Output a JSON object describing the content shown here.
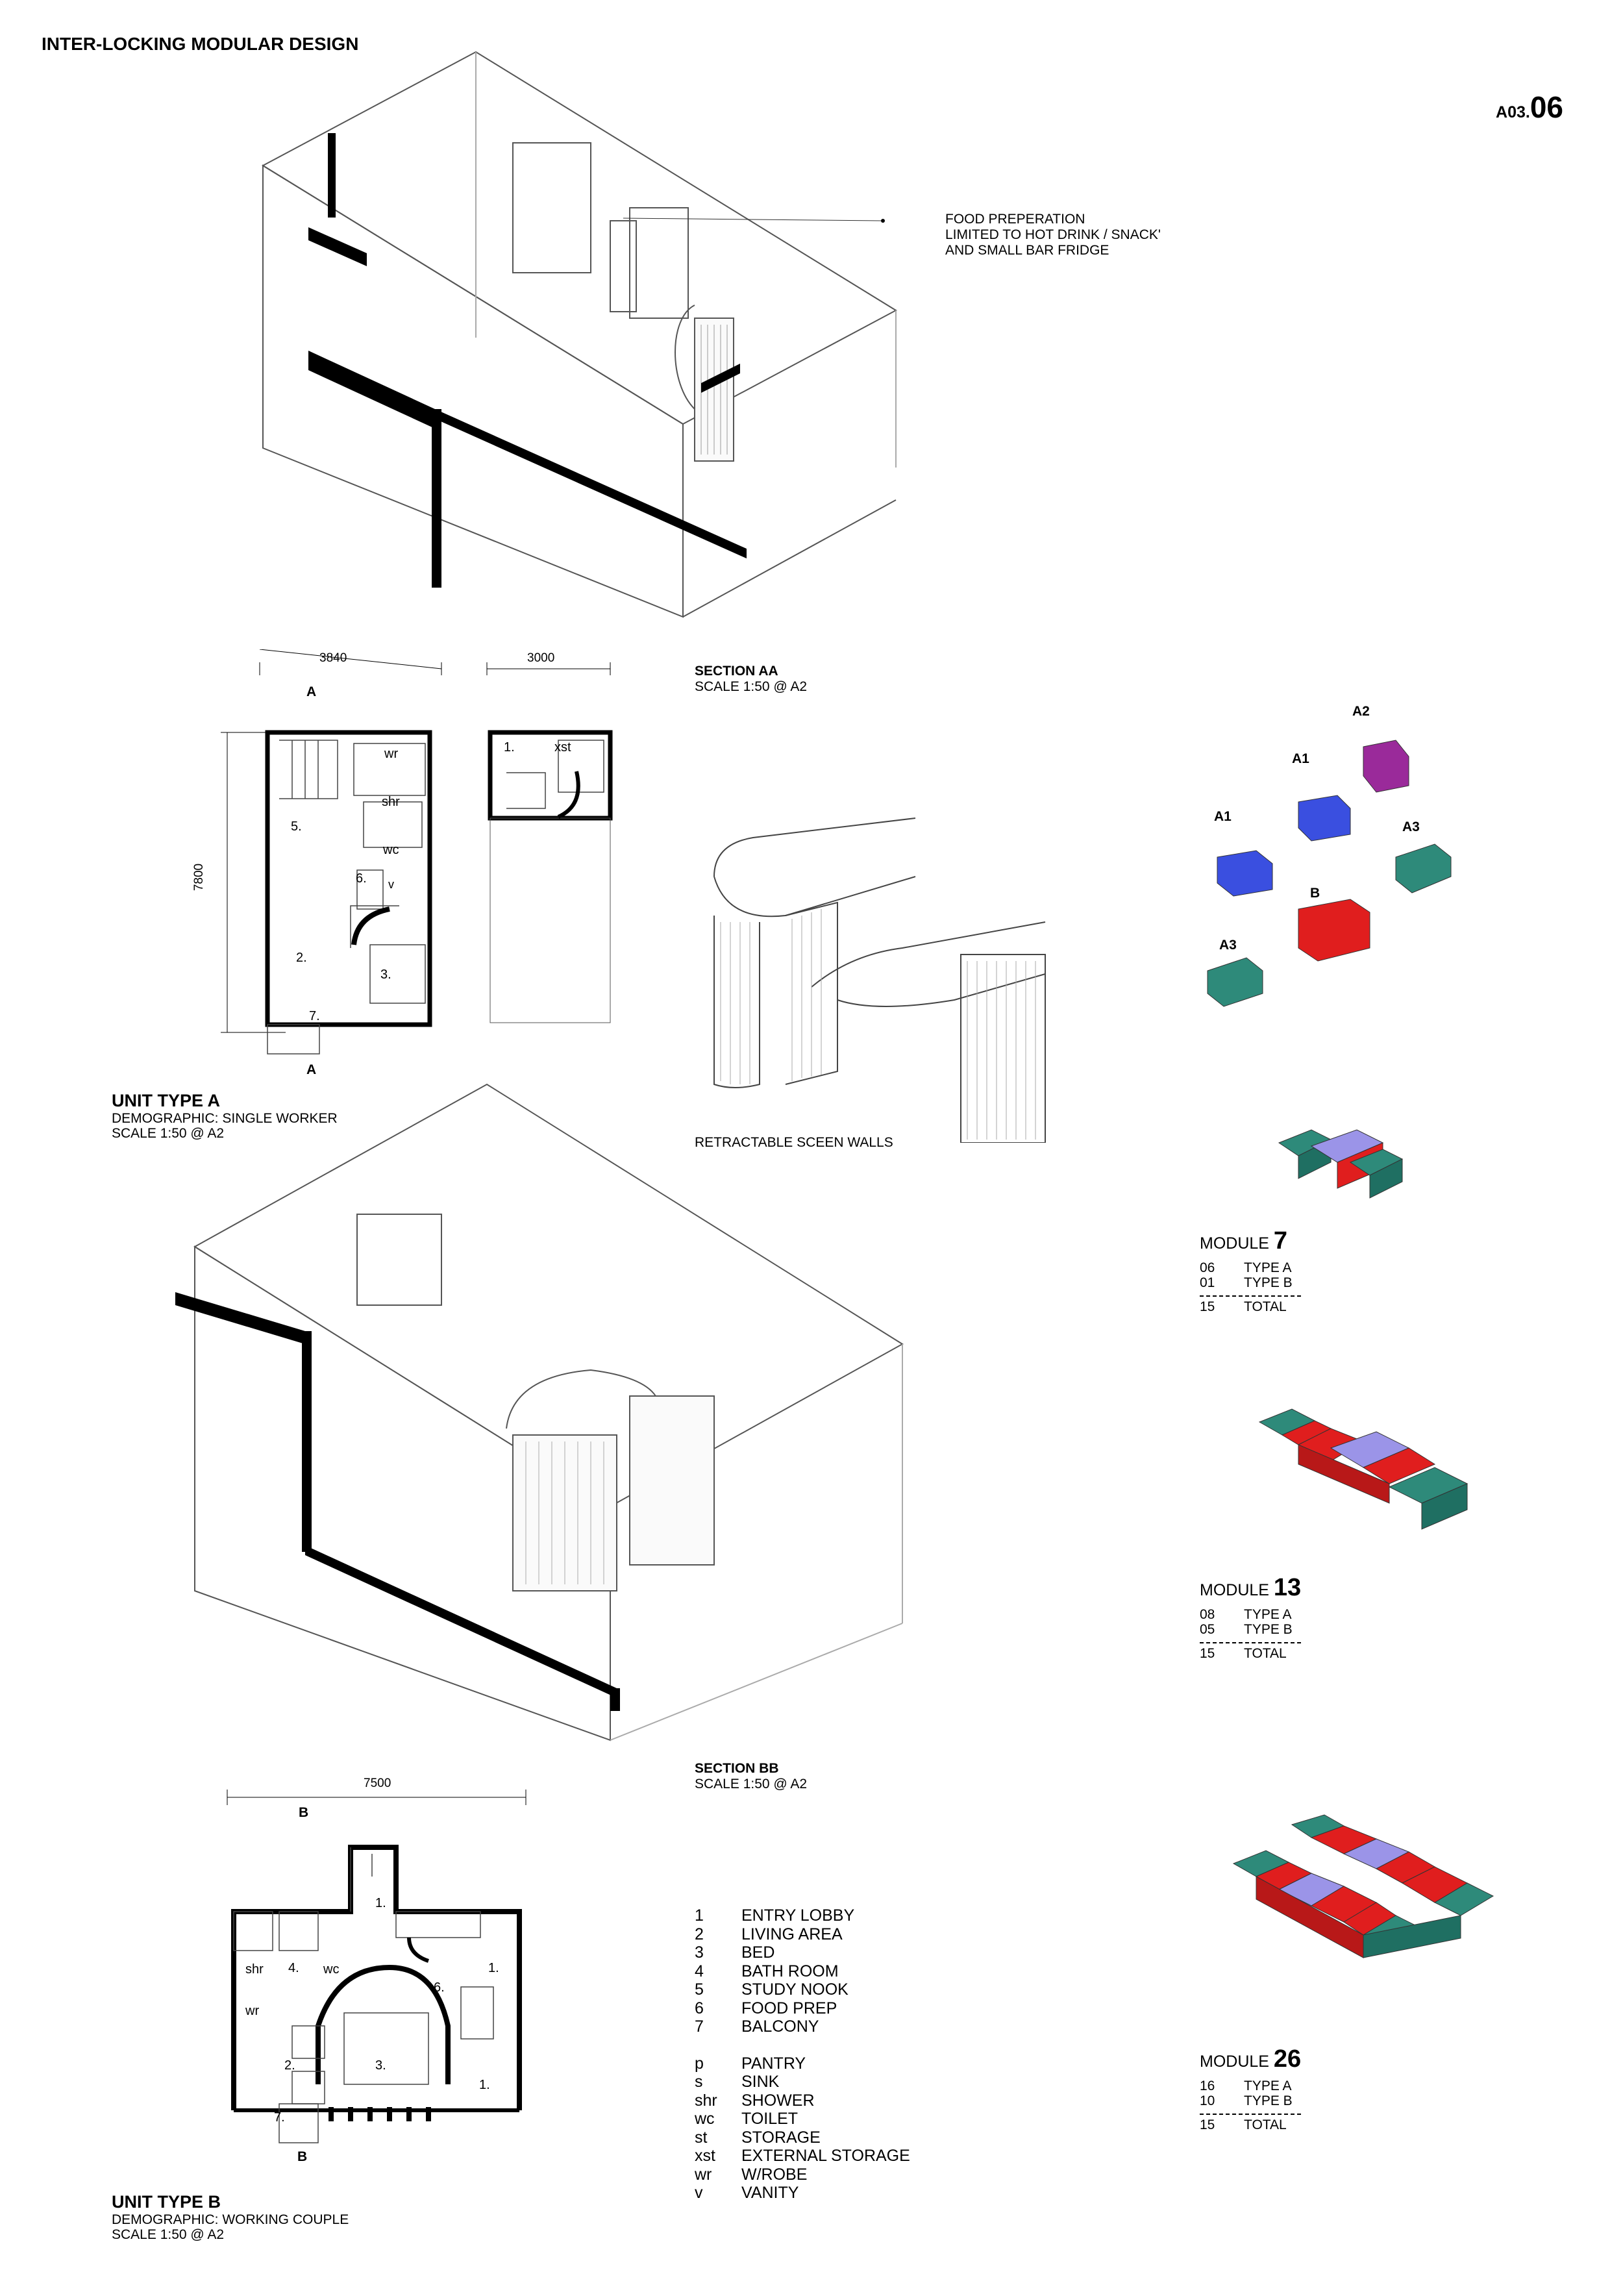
{
  "header": {
    "title": "INTER-LOCKING MODULAR DESIGN",
    "sheet_prefix": "A03.",
    "sheet_number": "06"
  },
  "annotations": {
    "food_prep": [
      "FOOD PREPERATION",
      "LIMITED TO HOT DRINK / SNACK'",
      "AND SMALL BAR FRIDGE"
    ],
    "screen_walls": "RETRACTABLE SCEEN WALLS"
  },
  "sections": {
    "aa": {
      "title": "SECTION AA",
      "scale": "SCALE 1:50 @ A2"
    },
    "bb": {
      "title": "SECTION BB",
      "scale": "SCALE 1:50 @ A2"
    }
  },
  "unit_a": {
    "title": "UNIT TYPE A",
    "demographic": "DEMOGRAPHIC: SINGLE WORKER",
    "scale": "SCALE 1:50 @ A2",
    "dim_width": "3840",
    "dim_depth": "7800",
    "dim_section": "3000",
    "section_marker": "A",
    "labels": [
      "wr",
      "shr",
      "wc",
      "5.",
      "6.",
      "v",
      "2.",
      "3.",
      "7.",
      "1.",
      "xst"
    ]
  },
  "unit_b": {
    "title": "UNIT TYPE B",
    "demographic": "DEMOGRAPHIC: WORKING COUPLE",
    "scale": "SCALE 1:50 @ A2",
    "dim_width": "7500",
    "section_marker": "B",
    "labels": [
      "1.",
      "shr",
      "4.",
      "wc",
      "1.",
      "6.",
      "wr",
      "2.",
      "3.",
      "1.",
      "7."
    ]
  },
  "legend": [
    {
      "key": "1",
      "label": "ENTRY LOBBY"
    },
    {
      "key": "2",
      "label": "LIVING AREA"
    },
    {
      "key": "3",
      "label": "BED"
    },
    {
      "key": "4",
      "label": "BATH ROOM"
    },
    {
      "key": "5",
      "label": "STUDY NOOK"
    },
    {
      "key": "6",
      "label": "FOOD PREP"
    },
    {
      "key": "7",
      "label": "BALCONY"
    },
    {
      "key": "p",
      "label": "PANTRY"
    },
    {
      "key": "s",
      "label": "SINK"
    },
    {
      "key": "shr",
      "label": "SHOWER"
    },
    {
      "key": "wc",
      "label": "TOILET"
    },
    {
      "key": "st",
      "label": "STORAGE"
    },
    {
      "key": "xst",
      "label": "EXTERNAL STORAGE"
    },
    {
      "key": "wr",
      "label": "W/ROBE"
    },
    {
      "key": "v",
      "label": "VANITY"
    }
  ],
  "module_types": [
    "A1",
    "A2",
    "A1",
    "A3",
    "B",
    "A3"
  ],
  "module_colors": {
    "A1": "#3a4fe0",
    "A2": "#9a2a9a",
    "A3": "#2e8a7a",
    "B": "#e01e1e",
    "lilac": "#9b94e8"
  },
  "modules": [
    {
      "prefix": "MODULE",
      "number": "7",
      "rows": [
        {
          "count": "06",
          "type": "TYPE A"
        },
        {
          "count": "01",
          "type": "TYPE B"
        }
      ],
      "total_count": "15",
      "total_label": "TOTAL"
    },
    {
      "prefix": "MODULE",
      "number": "13",
      "rows": [
        {
          "count": "08",
          "type": "TYPE A"
        },
        {
          "count": "05",
          "type": "TYPE B"
        }
      ],
      "total_count": "15",
      "total_label": "TOTAL"
    },
    {
      "prefix": "MODULE",
      "number": "26",
      "rows": [
        {
          "count": "16",
          "type": "TYPE A"
        },
        {
          "count": "10",
          "type": "TYPE B"
        }
      ],
      "total_count": "15",
      "total_label": "TOTAL"
    }
  ]
}
